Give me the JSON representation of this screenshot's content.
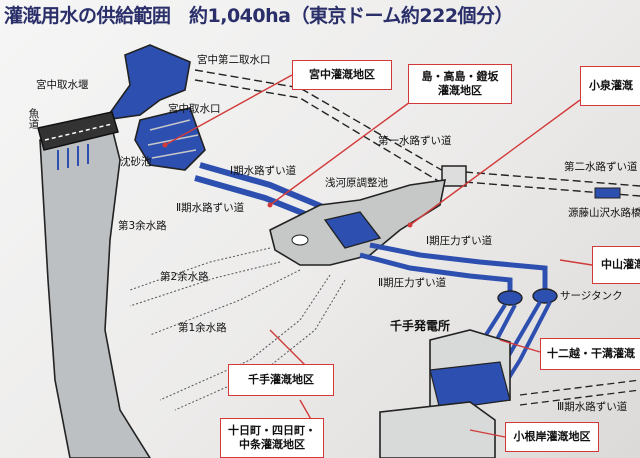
{
  "title": "灌漑用水の供給範囲　約1,040ha（東京ドーム約222個分）",
  "labels": {
    "miyanaka_weir": "宮中取水堰",
    "fishway": "魚道",
    "miyanaka_intake2": "宮中第二取水口",
    "miyanaka_intake": "宮中取水口",
    "settling_pond": "沈砂池",
    "tunnel_1": "第一水路ずい道",
    "tunnel_2": "第二水路ずい道",
    "phase1_tunnel": "Ⅰ期水路ずい道",
    "phase2_tunnel": "Ⅱ期水路ずい道",
    "asagawara": "浅河原調整池",
    "phase1_penstock": "Ⅰ期圧力ずい道",
    "phase2_penstock": "Ⅱ期圧力ずい道",
    "spillway_3": "第3余水路",
    "spillway_2": "第2余水路",
    "spillway_1": "第1余水路",
    "surge_tank": "サージタンク",
    "senju_plant": "千手発電所",
    "phase3_tunnel": "Ⅲ期水路ずい道",
    "gentouyama": "源藤山沢水路橋"
  },
  "callouts": {
    "miyanaka_area": "宮中灌漑地区",
    "shima_area_line1": "島・高島・鐙坂",
    "shima_area_line2": "灌漑地区",
    "koizumi_area": "小泉灌漑",
    "nakayama_area": "中山灌漑",
    "junikoshi_area": "十二越・干溝灌漑",
    "senju_area": "千手灌漑地区",
    "tokamachi_line1": "十日町・四日町・",
    "tokamachi_line2": "中条灌漑地区",
    "koneggishi_area": "小根岸灌漑地区"
  },
  "colors": {
    "title": "#2a2f6a",
    "water": "#2d4fb0",
    "callout_border": "#d23a3a",
    "structure": "#c6c8c8",
    "outline": "#222222"
  }
}
